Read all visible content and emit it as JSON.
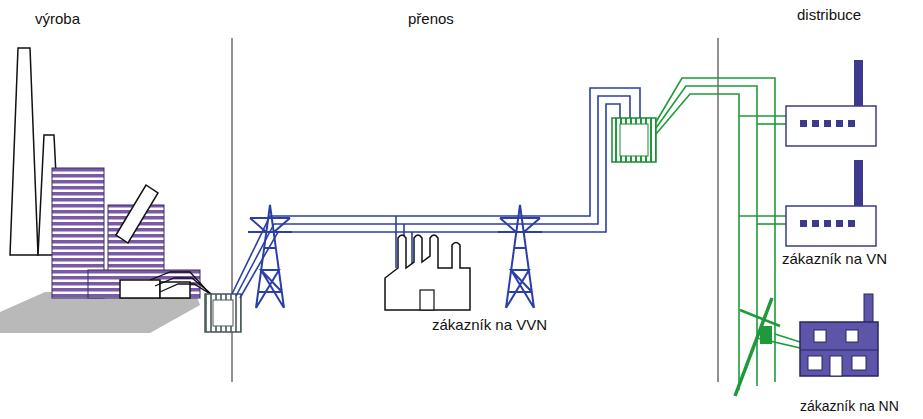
{
  "diagram": {
    "labels": [
      "výroba",
      "přenos",
      "distribuce",
      "zákazník na VVN",
      "zákazník na VN",
      "zákazník na NN"
    ]
  }
}
